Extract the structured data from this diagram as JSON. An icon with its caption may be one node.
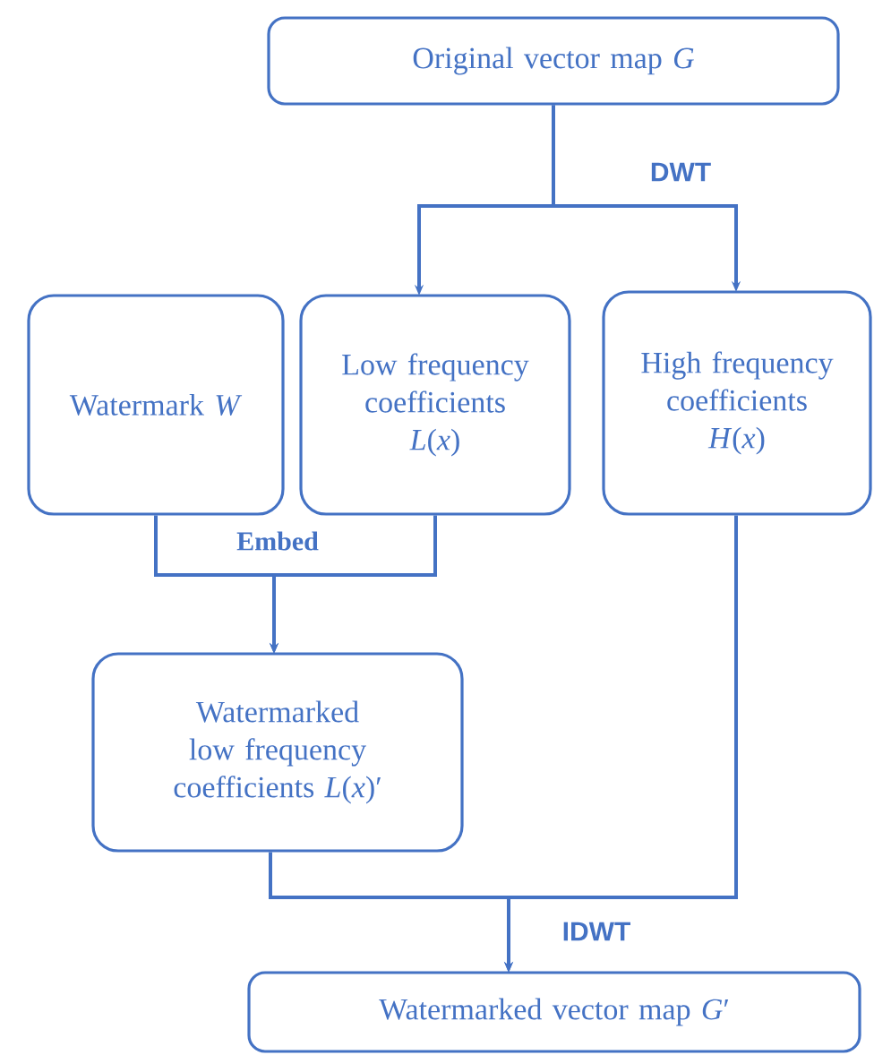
{
  "diagram": {
    "nodes": [
      {
        "text": [
          "Original vector map *G*"
        ]
      },
      {
        "text": [
          "Watermark *W*"
        ]
      },
      {
        "text": [
          "Low frequency coefficients *L*(*x*)"
        ]
      },
      {
        "text": [
          "High frequency coefficients *H*(*x*)"
        ]
      },
      {
        "text": [
          "Watermarked low frequency coefficients *L*(*x*)′"
        ]
      },
      {
        "text": [
          "Watermarked vector map *G*′"
        ]
      }
    ],
    "edges": [
      {
        "from": 0,
        "to": 2,
        "arrow": "to"
      },
      {
        "from": 0,
        "to": 3,
        "arrow": "to",
        "label": "DWT"
      },
      {
        "from": 1,
        "to": 4,
        "arrow": "to",
        "label": "Embed"
      },
      {
        "from": 2,
        "to": 4,
        "arrow": "to"
      },
      {
        "from": 4,
        "to": 5,
        "arrow": "to",
        "label": "IDWT"
      },
      {
        "from": 3,
        "to": 5,
        "arrow": "to"
      }
    ]
  }
}
